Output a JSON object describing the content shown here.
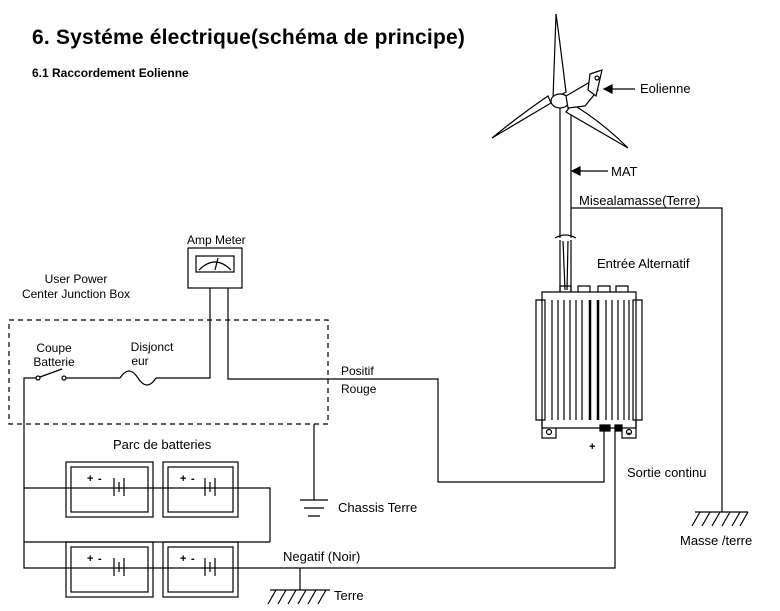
{
  "header": {
    "title": "6. Systéme électrique(schéma de principe)",
    "subtitle": "6.1 Raccordement Eolienne"
  },
  "labels": {
    "eolienne": "Eolienne",
    "mat": "MAT",
    "mise_a_la_masse": "Misealamasse(Terre)",
    "entree_alternatif": "Entrée Alternatif",
    "amp_meter": "Amp Meter",
    "junction_box_line1": "User Power",
    "junction_box_line2": "Center Junction Box",
    "coupe_line1": "Coupe",
    "coupe_line2": "Batterie",
    "disjoncteur_line1": "Disjonct",
    "disjoncteur_line2": "eur",
    "positif": "Positif",
    "rouge": "Rouge",
    "parc_batteries": "Parc de batteries",
    "chassis_terre": "Chassis Terre",
    "sortie_continu": "Sortie continu",
    "masse_terre": "Masse /terre",
    "negatif": "Negatif (Noir)",
    "terre": "Terre",
    "plus_sign": "+",
    "minus_sign": "-"
  },
  "battery_terminals": {
    "plus": "+",
    "minus": "-"
  },
  "icons": [
    "wind-turbine-icon",
    "ammeter-icon",
    "charge-controller-icon",
    "battery-icon",
    "switch-icon",
    "fuse-icon",
    "ground-icon"
  ],
  "colors": {
    "line": "#000000",
    "background": "#ffffff"
  }
}
